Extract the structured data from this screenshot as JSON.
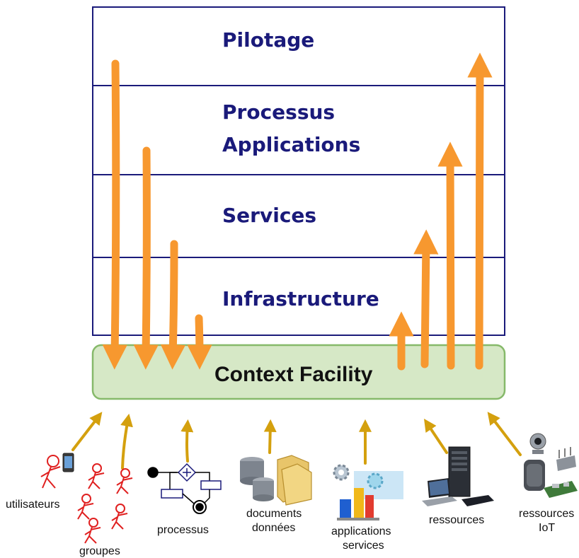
{
  "layers": [
    {
      "label_lines": [
        "Pilotage"
      ]
    },
    {
      "label_lines": [
        "Processus",
        "Applications"
      ]
    },
    {
      "label_lines": [
        "Services"
      ]
    },
    {
      "label_lines": [
        "Infrastructure"
      ]
    }
  ],
  "context_facility": {
    "label": "Context Facility"
  },
  "sources": [
    {
      "label_lines": [
        "utilisateurs"
      ],
      "icon": "person-with-phone-icon"
    },
    {
      "label_lines": [
        "groupes"
      ],
      "icon": "group-of-people-icon"
    },
    {
      "label_lines": [
        "processus"
      ],
      "icon": "process-flow-icon"
    },
    {
      "label_lines": [
        "documents",
        "données"
      ],
      "icon": "database-folders-icon"
    },
    {
      "label_lines": [
        "applications",
        "services"
      ],
      "icon": "gears-chart-icon"
    },
    {
      "label_lines": [
        "ressources"
      ],
      "icon": "server-laptop-icon"
    },
    {
      "label_lines": [
        "ressources",
        "IoT"
      ],
      "icon": "iot-devices-icon"
    }
  ],
  "colors": {
    "layer_border": "#1a1a7a",
    "layer_text": "#1a1a7a",
    "cf_fill": "#d6e8c6",
    "cf_border": "#86b96a",
    "orange_arrow": "#f7982f",
    "gold_arrow": "#d4a00e",
    "person_icon": "#e02020"
  }
}
